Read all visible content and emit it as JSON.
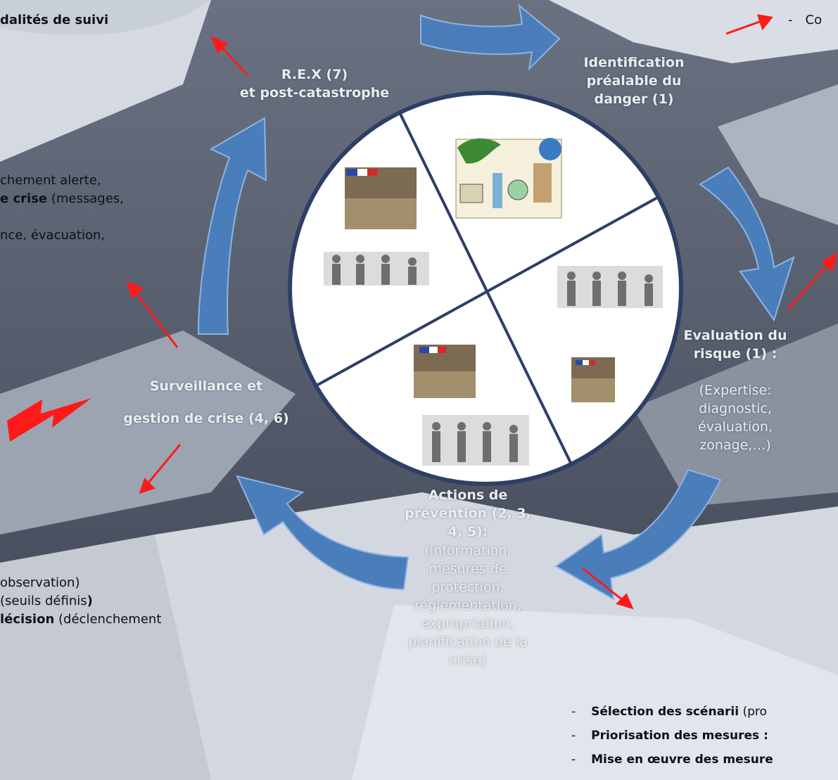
{
  "stages": {
    "identification": [
      "Identification",
      "préalable du",
      "danger (1)"
    ],
    "evaluation_title": [
      "Evaluation du",
      "risque (1) :"
    ],
    "evaluation_detail": [
      "(Expertise:",
      "diagnostic,",
      "évaluation,",
      "zonage,…)"
    ],
    "prevention_title": [
      "Actions de",
      "prévention (2, 3,",
      "4, 5):"
    ],
    "prevention_detail": [
      "(information,",
      "mesures de",
      "protection,",
      "réglementation,",
      "expropriation,",
      "planification de la",
      "crise)"
    ],
    "surveillance": [
      "Surveillance et",
      "gestion de crise (4, 6)"
    ],
    "rex": [
      "R.E.X (7)",
      "et  post-catastrophe"
    ]
  },
  "left_notes": {
    "top_fragment": "dalités de suivi",
    "crisis": {
      "line1": "chement alerte,",
      "line2_bold": "e crise",
      "line2_rest": " (messages,",
      "line3": "nce, évacuation,"
    },
    "monitoring": {
      "line1": "observation)",
      "line2_pre": "(seuils définis",
      "line2_bold": ")",
      "line3_bold": "lécision",
      "line3_rest": " (déclenchement"
    }
  },
  "top_right_note": {
    "dash": "-",
    "text": "Co"
  },
  "bottom_right_notes": [
    {
      "dash": "-",
      "bold": "Sélection des scénarii",
      "rest": " (pro"
    },
    {
      "dash": "-",
      "bold": "Priorisation des mesures :",
      "rest": ""
    },
    {
      "dash": "-",
      "bold": "Mise en œuvre des mesure",
      "rest": ""
    }
  ],
  "colors": {
    "cycle_arrow": "#4a7ebb",
    "cycle_arrow_edge": "#8eb4e3",
    "pointer_arrow": "#ff1a1a",
    "wheel_line": "#2e3f66"
  },
  "icons": [
    "research-lab-clipart-icon",
    "parliament-flag-icon",
    "workers-silhouettes-icon",
    "lightning-icon"
  ]
}
